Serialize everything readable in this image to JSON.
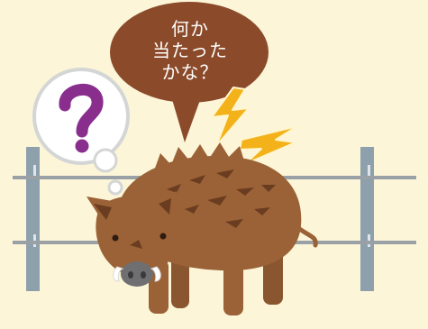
{
  "speech_bubble": {
    "lines": [
      "何か",
      "当たった",
      "かな？"
    ]
  },
  "thought_bubble": {
    "symbol": "?"
  },
  "colors": {
    "background": "#fcf5d8",
    "speech_bubble": "#8b4a2a",
    "question_mark": "#8a2e8e",
    "boar": "#9a6236",
    "boar_dark": "#6b3d20",
    "fence_post": "#8fa0ad",
    "fence_wire": "#9aa1a6",
    "lightning": "#f3b21a"
  }
}
